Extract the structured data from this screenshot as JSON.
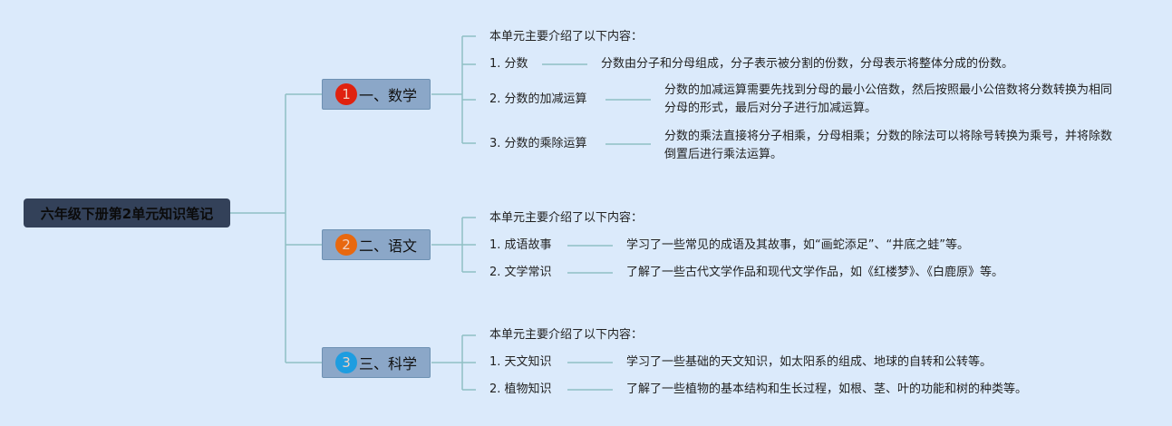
{
  "root": {
    "title": "六年级下册第2单元知识笔记"
  },
  "subjects": [
    {
      "num": "1",
      "label": "一、数学",
      "badge_color": "#e0220f",
      "intro": "本单元主要介绍了以下内容：",
      "items": [
        {
          "label": "1. 分数",
          "detail": "分数由分子和分母组成，分子表示被分割的份数，分母表示将整体分成的份数。"
        },
        {
          "label": "2. 分数的加减运算",
          "detail": "分数的加减运算需要先找到分母的最小公倍数，然后按照最小公倍数将分数转换为相同分母的形式，最后对分子进行加减运算。"
        },
        {
          "label": "3. 分数的乘除运算",
          "detail": "分数的乘法直接将分子相乘，分母相乘；分数的除法可以将除号转换为乘号，并将除数倒置后进行乘法运算。"
        }
      ]
    },
    {
      "num": "2",
      "label": "二、语文",
      "badge_color": "#e8680f",
      "intro": "本单元主要介绍了以下内容：",
      "items": [
        {
          "label": "1. 成语故事",
          "detail": "学习了一些常见的成语及其故事，如“画蛇添足”、“井底之蛙”等。"
        },
        {
          "label": "2. 文学常识",
          "detail": "了解了一些古代文学作品和现代文学作品，如《红楼梦》、《白鹿原》等。"
        }
      ]
    },
    {
      "num": "3",
      "label": "三、科学",
      "badge_color": "#1e9de0",
      "intro": "本单元主要介绍了以下内容：",
      "items": [
        {
          "label": "1. 天文知识",
          "detail": "学习了一些基础的天文知识，如太阳系的组成、地球的自转和公转等。"
        },
        {
          "label": "2. 植物知识",
          "detail": "了解了一些植物的基本结构和生长过程，如根、茎、叶的功能和树的种类等。"
        }
      ]
    }
  ],
  "colors": {
    "background": "#dbeafb",
    "root": "#334159",
    "subject": "#8ba7c8",
    "connector": "#8fc0c4"
  }
}
